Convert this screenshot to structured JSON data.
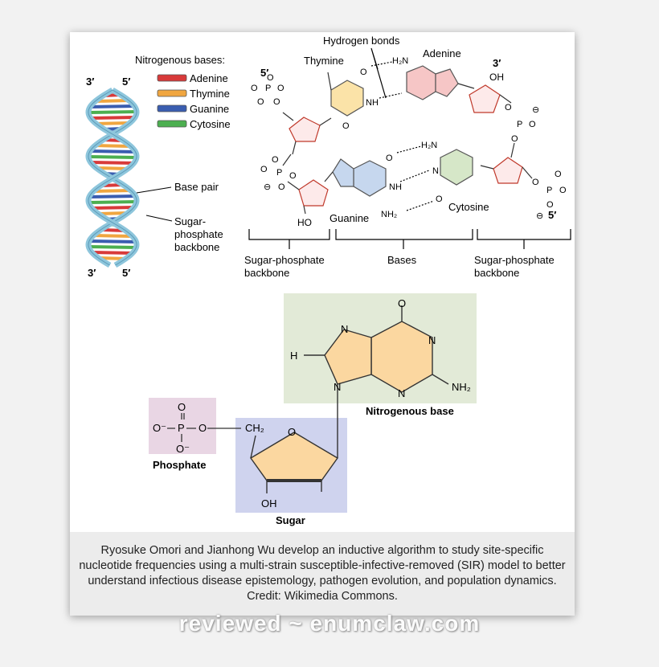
{
  "figure": {
    "legend_title": "Nitrogenous bases:",
    "legend": [
      {
        "label": "Adenine",
        "color": "#d83a3a"
      },
      {
        "label": "Thymine",
        "color": "#f0a640"
      },
      {
        "label": "Guanine",
        "color": "#3a5db0"
      },
      {
        "label": "Cytosine",
        "color": "#4caf50"
      }
    ],
    "helix_labels": {
      "top_left": "3′",
      "top_right": "5′",
      "bottom_left": "3′",
      "bottom_right": "5′",
      "base_pair": "Base pair",
      "backbone_line1": "Sugar-",
      "backbone_line2": "phosphate",
      "backbone_line3": "backbone"
    },
    "pair_labels": {
      "hydrogen_bonds": "Hydrogen bonds",
      "thymine": "Thymine",
      "adenine": "Adenine",
      "guanine": "Guanine",
      "cytosine": "Cytosine",
      "five_prime_top": "5′",
      "three_prime_top": "3′",
      "five_prime_bottom": "5′",
      "oh": "OH",
      "ho": "HO",
      "h2n": "H₂N",
      "h2n_c": "H₂N",
      "nh": "NH",
      "nh_g": "NH",
      "nh2": "NH₂",
      "bracket_left_1": "Sugar-phosphate",
      "bracket_left_2": "backbone",
      "bracket_mid": "Bases",
      "bracket_right_1": "Sugar-phosphate",
      "bracket_right_2": "backbone"
    },
    "nucleotide_labels": {
      "nitrogenous_base": "Nitrogenous base",
      "phosphate": "Phosphate",
      "sugar": "Sugar",
      "ch2": "CH₂",
      "oh": "OH",
      "nh2": "NH₂",
      "h": "H",
      "o_minus_left": "O⁻",
      "o_minus_bottom": "O⁻",
      "p": "P",
      "o": "O",
      "n": "N"
    },
    "colors": {
      "base_box": "#e2ead7",
      "phosphate_box": "#e9d6e4",
      "sugar_box": "#cfd3ee",
      "purine_fill": "#fbd7a0",
      "sugar_fill": "#fbd7a0",
      "thymine_fill": "#fbe3a8",
      "adenine_fill": "#f6c6c6",
      "guanine_fill": "#c6d7ee",
      "cytosine_fill": "#d6e7c8",
      "sugar_ring_stroke": "#c0392b"
    }
  },
  "caption": "Ryosuke Omori and Jianhong Wu develop an inductive algorithm to study site-specific nucleotide frequencies using a multi-strain susceptible-infective-removed (SIR) model to better understand infectious disease epistemology, pathogen evolution, and population dynamics. Credit: Wikimedia Commons.",
  "watermark": "reviewed ~ enumclaw.com"
}
